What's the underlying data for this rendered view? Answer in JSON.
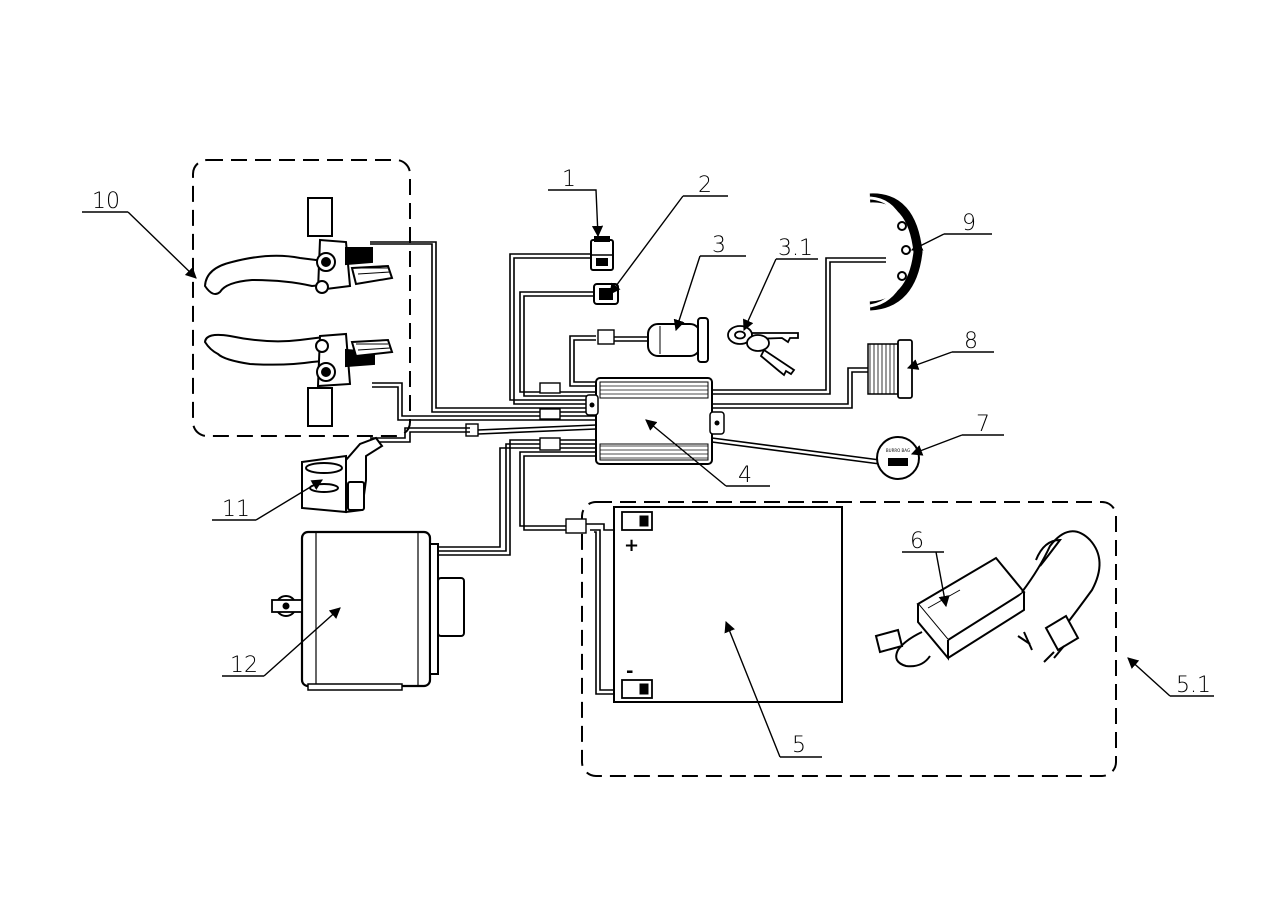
{
  "callouts": {
    "c1": "1",
    "c2": "2",
    "c3": "3",
    "c3_1": "3.1",
    "c4": "4",
    "c5": "5",
    "c5_1": "5.1",
    "c6": "6",
    "c7": "7",
    "c8": "8",
    "c9": "9",
    "c10": "10",
    "c11": "11",
    "c12": "12"
  },
  "battery": {
    "plus": "+",
    "minus": "-"
  },
  "meter": {
    "text": "BURRO BAG"
  },
  "colors": {
    "ink": "#000000",
    "paper": "#ffffff"
  }
}
